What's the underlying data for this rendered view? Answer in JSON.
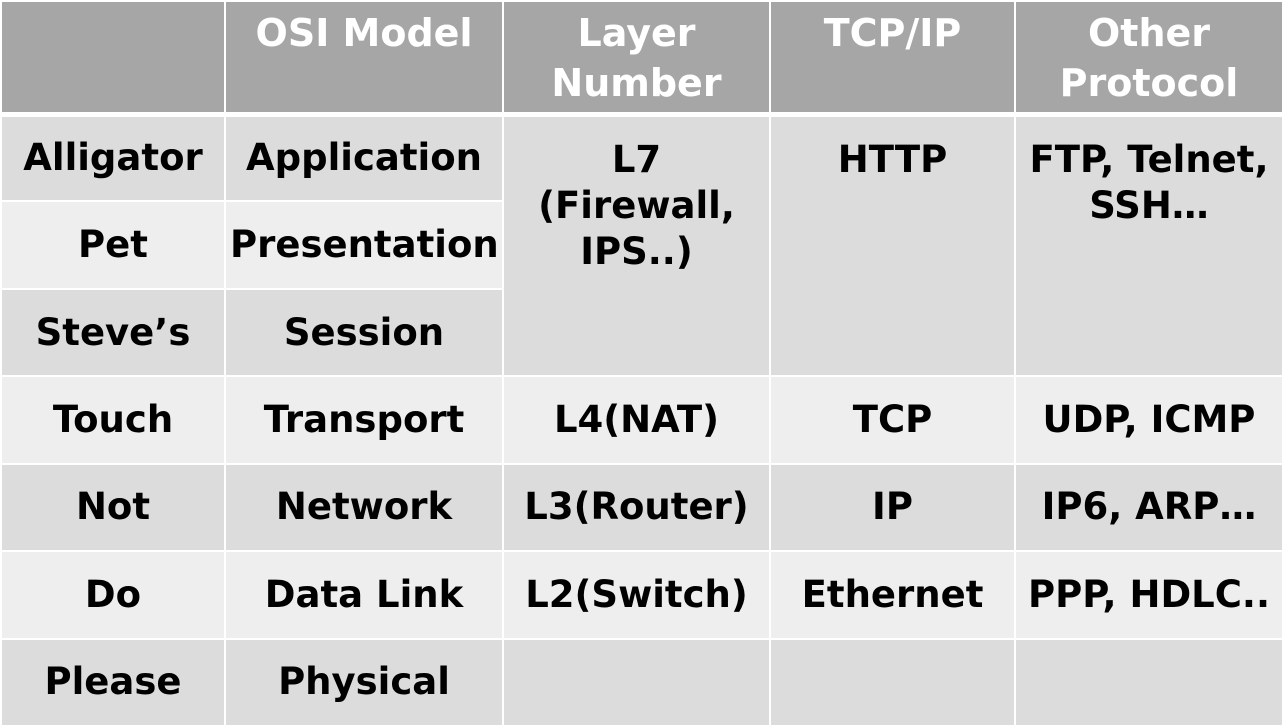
{
  "header": {
    "mnemonic": "",
    "osi_model": "OSI Model",
    "layer_number": "Layer Number",
    "tcpip": "TCP/IP",
    "other_protocol": "Other Protocol"
  },
  "rows": [
    {
      "mnemonic": "Alligator",
      "osi": "Application",
      "layer_number": "L7 (Firewall, IPS..)",
      "tcpip": "HTTP",
      "other": "FTP, Telnet, SSH…"
    },
    {
      "mnemonic": "Pet",
      "osi": "Presentation"
    },
    {
      "mnemonic": "Steve’s",
      "osi": "Session"
    },
    {
      "mnemonic": "Touch",
      "osi": "Transport",
      "layer_number": "L4(NAT)",
      "tcpip": "TCP",
      "other": "UDP, ICMP"
    },
    {
      "mnemonic": "Not",
      "osi": "Network",
      "layer_number": "L3(Router)",
      "tcpip": "IP",
      "other": "IP6, ARP…"
    },
    {
      "mnemonic": "Do",
      "osi": "Data Link",
      "layer_number": "L2(Switch)",
      "tcpip": "Ethernet",
      "other": "PPP, HDLC.."
    },
    {
      "mnemonic": "Please",
      "osi": "Physical",
      "layer_number": "",
      "tcpip": "",
      "other": ""
    }
  ]
}
